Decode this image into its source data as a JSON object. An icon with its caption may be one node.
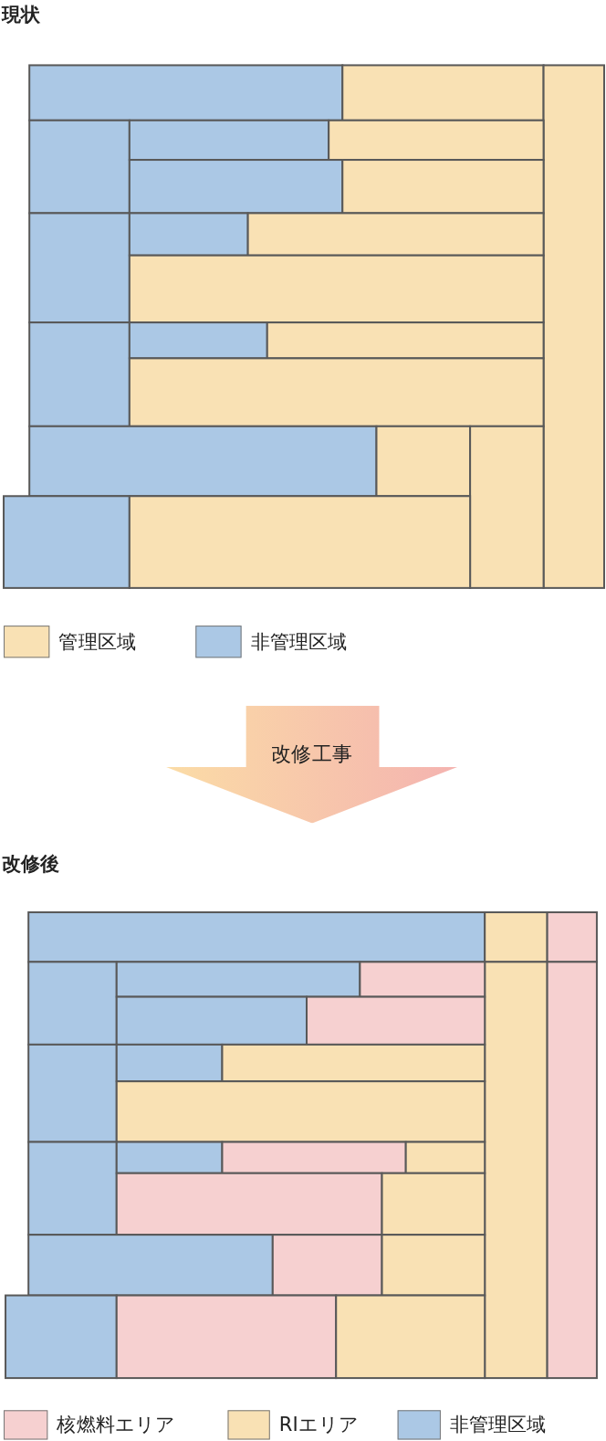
{
  "diagram": {
    "nodes": [
      {
        "text": [
          "改修工事"
        ]
      }
    ],
    "edges": [],
    "labels": [
      "現状",
      "改修後"
    ],
    "legend": [
      {
        "text": "管理区域",
        "color": "#f9e1b4"
      },
      {
        "text": "非管理区域",
        "color": "#abc8e5"
      },
      {
        "text": "核燃料エリア",
        "color": "#f6d0d0"
      },
      {
        "text": "RIエリア",
        "color": "#f9e1b4"
      },
      {
        "text": "非管理区域",
        "color": "#abc8e5"
      }
    ]
  }
}
